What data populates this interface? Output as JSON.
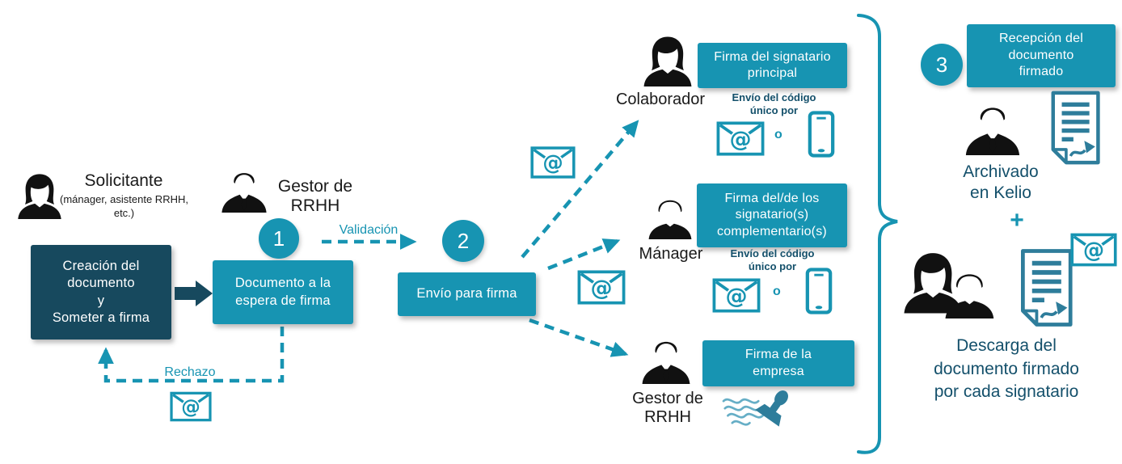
{
  "colors": {
    "teal": "#1794B2",
    "dark_teal_box": "#17495E",
    "steel_icon": "#2E7D9B",
    "dark_text": "#14506B",
    "black_text": "#1A1A1A"
  },
  "step_badges": {
    "one": "1",
    "two": "2",
    "three": "3"
  },
  "requester": {
    "title": "Solicitante",
    "subtitle": "(mánager, asistente RRHH,\netc.)"
  },
  "hr_manager_top": {
    "label": "Gestor de\nRRHH"
  },
  "boxes": {
    "creation": "Creación del\ndocumento\ny\nSometer a firma",
    "waiting": "Documento a la\nespera de firma",
    "send": "Envío para firma",
    "sign_primary": "Firma del signatario\nprincipal",
    "sign_complementary": "Firma del/de los\nsignatario(s)\ncomplementario(s)",
    "sign_company": "Firma de la\nempresa",
    "reception": "Recepción del\ndocumento\nfirmado"
  },
  "flow_labels": {
    "validation": "Validación",
    "rejection": "Rechazo"
  },
  "recipients": {
    "collaborator": "Colaborador",
    "manager": "Mánager",
    "hr_manager": "Gestor de\nRRHH",
    "code_note": "Envío del código\núnico por",
    "or": "o"
  },
  "outcome": {
    "archived": "Archivado\nen Kelio",
    "plus": "+",
    "download": "Descarga del\ndocumento firmado\npor cada signatario"
  },
  "icons": {
    "email": "envelope-at-icon",
    "phone": "smartphone-icon",
    "stamp": "company-stamp-icon",
    "signed_document": "signed-document-icon",
    "woman": "woman-silhouette-icon",
    "man_suit": "man-suit-tie-icon",
    "man_casual": "man-casual-icon",
    "two_people": "two-people-icon",
    "brace": "grouping-brace"
  }
}
